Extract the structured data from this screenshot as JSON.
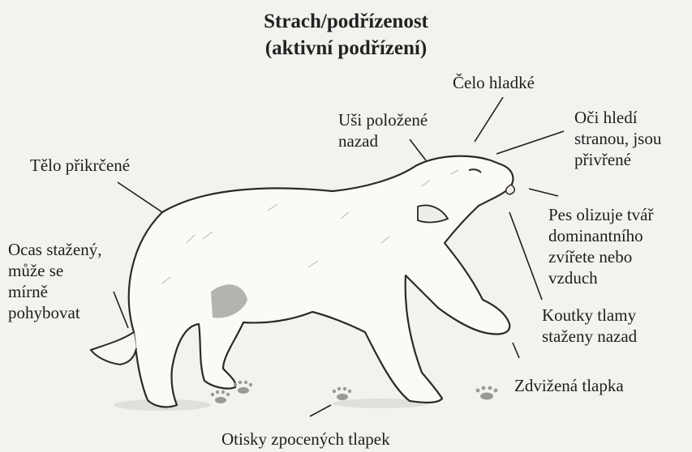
{
  "title": {
    "line1": "Strach/podřízenost",
    "line2": "(aktivní podřízení)"
  },
  "labels": {
    "forehead": "Čelo hladké",
    "ears": {
      "line1": "Uši položené",
      "line2": "nazad"
    },
    "eyes": {
      "line1": "Oči hledí",
      "line2": "stranou, jsou",
      "line3": "přivřené"
    },
    "body": "Tělo přikrčené",
    "tail": {
      "line1": "Ocas stažený,",
      "line2": "může se",
      "line3": "mírně",
      "line4": "pohybovat"
    },
    "licking": {
      "line1": "Pes olizuje tvář",
      "line2": "dominantního",
      "line3": "zvířete nebo",
      "line4": "vzduch"
    },
    "mouth": {
      "line1": "Koutky tlamy",
      "line2": "staženy nazad"
    },
    "paw": "Zdvižená tlapka",
    "prints": "Otisky zpocených tlapek"
  },
  "colors": {
    "background": "#f3f2ef",
    "ink": "#1f1f1f",
    "dog_fill": "#fbfaf6"
  }
}
